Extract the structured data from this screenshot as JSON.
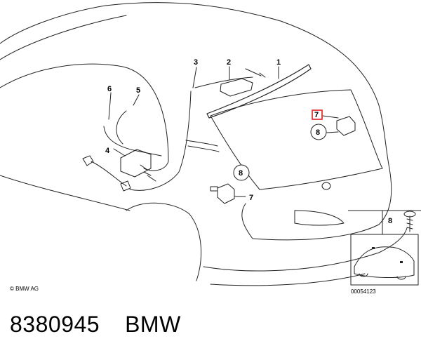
{
  "diagram": {
    "callouts": {
      "c1": "1",
      "c2": "2",
      "c3": "3",
      "c4": "4",
      "c5": "5",
      "c6": "6",
      "c7_box": "7",
      "c7": "7",
      "c8_a": "8",
      "c8_b": "8",
      "c8_side": "8"
    },
    "copyright": "© BMW AG",
    "image_code": "00054123"
  },
  "caption": {
    "part_number": "8380945",
    "brand": "BMW"
  },
  "colors": {
    "line": "#222222",
    "highlight": "#e02020"
  }
}
